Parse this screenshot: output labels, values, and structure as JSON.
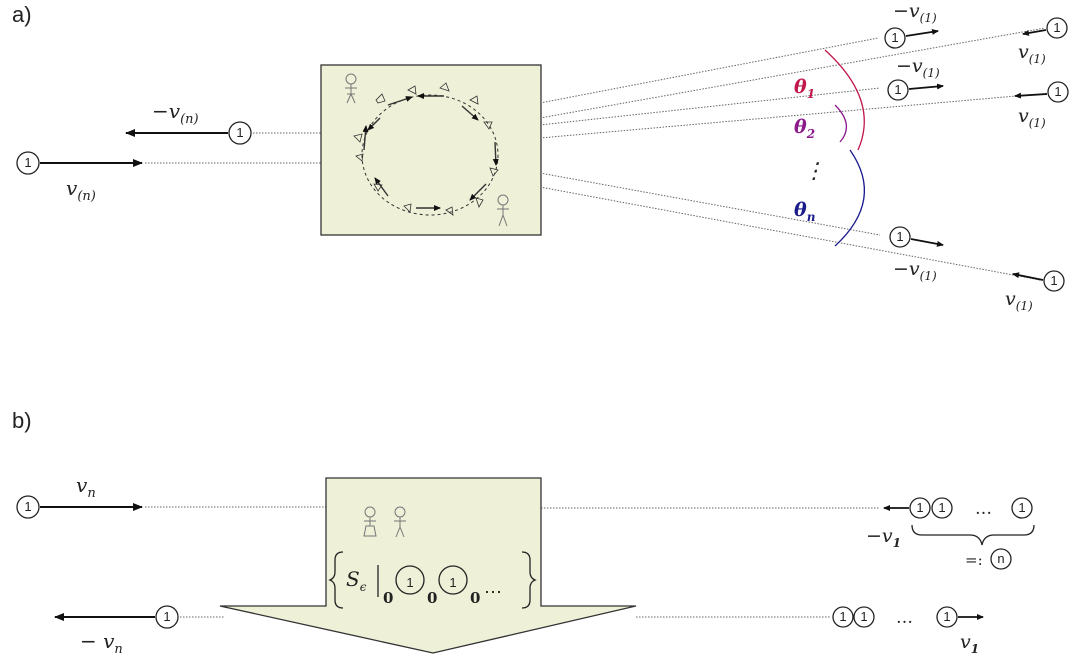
{
  "panel_a": {
    "label": "a)",
    "particle": "1",
    "v_n": "v",
    "v_n_sub": "(n)",
    "minus_v_n": "−v",
    "v_1": "v",
    "v_1_sub": "(1)",
    "minus_v_1": "−v",
    "theta": "θ",
    "theta_1_sub": "1",
    "theta_2_sub": "2",
    "theta_n_sub": "n",
    "dots": "⋮",
    "colors": {
      "theta_1": "#c0184a",
      "theta_2": "#8b1a8b",
      "theta_n": "#1a1a8b",
      "box_fill": "#eef0d8"
    }
  },
  "panel_b": {
    "label": "b)",
    "particle": "1",
    "n_bubble": "n",
    "v_n": "v",
    "v_n_sub": "n",
    "minus_v_n": "− v",
    "v_1": "v",
    "v_1_sub": "1",
    "minus_v_1": "−v",
    "ellipsis": "…",
    "defeq": "=:",
    "state_S": "S",
    "state_eps": "ϵ",
    "zero": "0",
    "state_dots": "⋯"
  }
}
